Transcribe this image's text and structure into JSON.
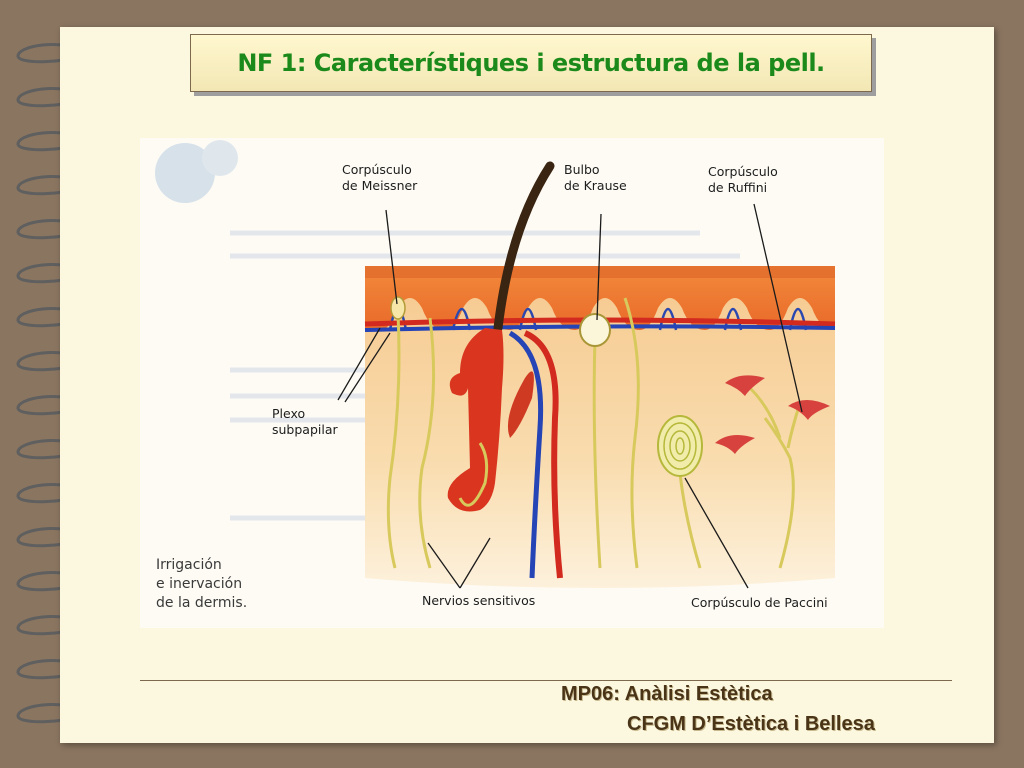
{
  "slide": {
    "title": "NF 1: Característiques i estructura de la pell.",
    "footer_line1": "MP06: Anàlisi Estètica",
    "footer_line2": "CFGM D’Estètica i Bellesa"
  },
  "figure": {
    "labels": {
      "meissner_1": "Corpúsculo",
      "meissner_2": "de Meissner",
      "krause_1": "Bulbo",
      "krause_2": "de Krause",
      "ruffini_1": "Corpúsculo",
      "ruffini_2": "de Ruffini",
      "plexo_1": "Plexo",
      "plexo_2": "subpapilar",
      "nervios": "Nervios sensitivos",
      "paccini": "Corpúsculo de Paccini",
      "caption_1": "Irrigación",
      "caption_2": "e inervación",
      "caption_3": "de la dermis."
    }
  },
  "colors": {
    "title_green": "#1b8a1b",
    "footer_brown": "#4a3418",
    "paper": "#fbf8df",
    "background": "#8a7560"
  },
  "icons": {
    "binding": "spiral-ring-icon"
  }
}
